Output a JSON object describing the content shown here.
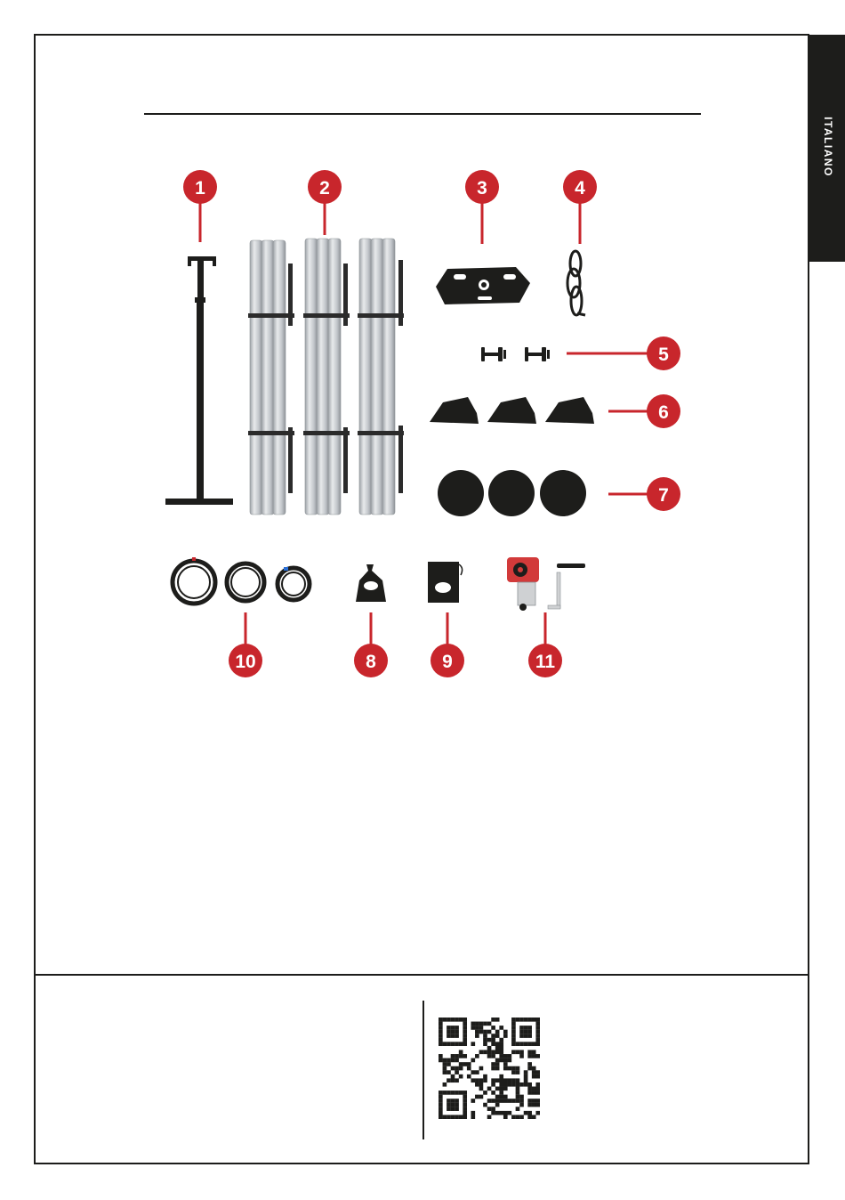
{
  "language_tab": {
    "label": "ITALIANO"
  },
  "components": [
    {
      "number": "1",
      "icon": "adjustable-stand-icon"
    },
    {
      "number": "2",
      "icon": "aluminium-poles-icon"
    },
    {
      "number": "3",
      "icon": "top-plate-icon"
    },
    {
      "number": "4",
      "icon": "rope-coil-icon"
    },
    {
      "number": "5",
      "icon": "pulley-pins-icon"
    },
    {
      "number": "6",
      "icon": "base-brackets-icon"
    },
    {
      "number": "7",
      "icon": "round-pads-icon"
    },
    {
      "number": "8",
      "icon": "drawstring-bag-icon"
    },
    {
      "number": "9",
      "icon": "carry-bag-icon"
    },
    {
      "number": "10",
      "icon": "cable-coils-icon"
    },
    {
      "number": "11",
      "icon": "winch-and-crank-icon"
    }
  ],
  "colors": {
    "badge": "#c8262c",
    "frame": "#1d1d1b",
    "metal": "#d4d6d8"
  },
  "qr_code": {
    "icon": "qr-code-icon"
  }
}
